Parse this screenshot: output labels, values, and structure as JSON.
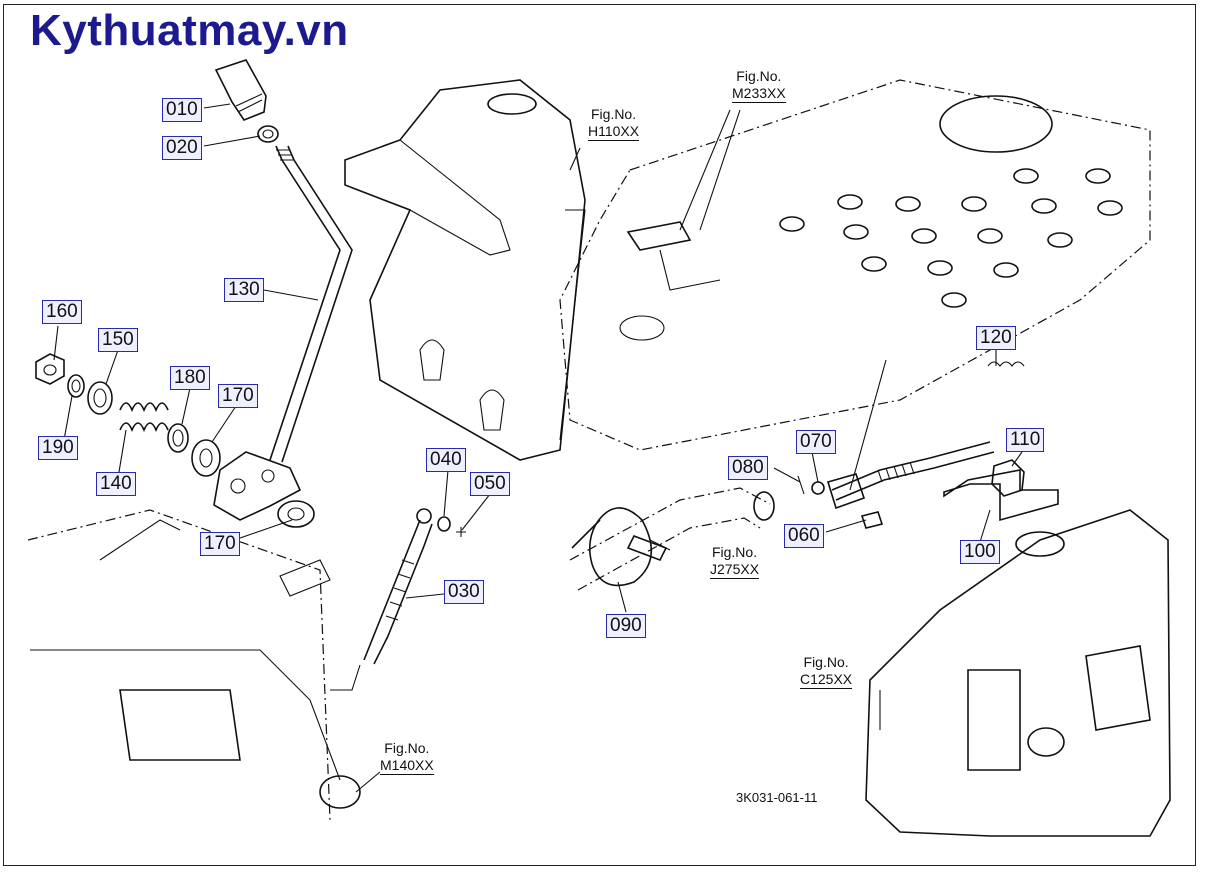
{
  "brand": "Kythuatmay.vn",
  "parts": [
    {
      "id": "010"
    },
    {
      "id": "020"
    },
    {
      "id": "030"
    },
    {
      "id": "040"
    },
    {
      "id": "050"
    },
    {
      "id": "060"
    },
    {
      "id": "070"
    },
    {
      "id": "080"
    },
    {
      "id": "090"
    },
    {
      "id": "100"
    },
    {
      "id": "110"
    },
    {
      "id": "120"
    },
    {
      "id": "130"
    },
    {
      "id": "140"
    },
    {
      "id": "150"
    },
    {
      "id": "160"
    },
    {
      "id": "170"
    },
    {
      "id": "170"
    },
    {
      "id": "180"
    },
    {
      "id": "190"
    }
  ],
  "fig_refs": [
    {
      "label": "Fig.No.",
      "num": "H110XX"
    },
    {
      "label": "Fig.No.",
      "num": "M233XX"
    },
    {
      "label": "Fig.No.",
      "num": "J275XX"
    },
    {
      "label": "Fig.No.",
      "num": "C125XX"
    },
    {
      "label": "Fig.No.",
      "num": "M140XX"
    }
  ],
  "doc_code": "3K031-061-11"
}
